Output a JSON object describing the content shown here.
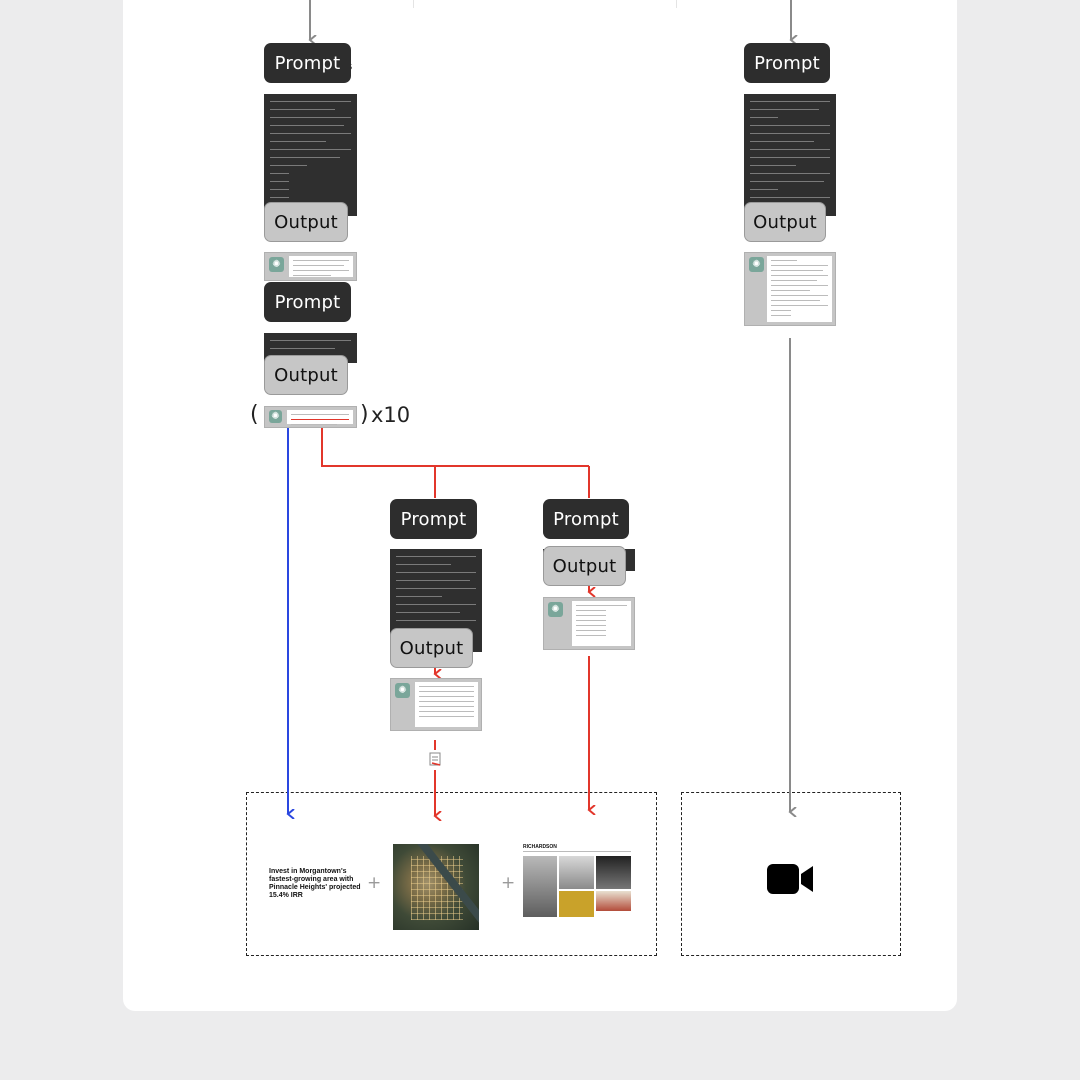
{
  "labels": {
    "prompt": "Prompt",
    "output": "Output",
    "paren_open": "(",
    "paren_close": ")",
    "repeat": "x10",
    "plus": "+"
  },
  "result_panel": {
    "headline": "Invest in Morgantown's fastest-growing area with Pinnacle Heights' projected 15.4% IRR",
    "webpage_brand": "RICHARDSON"
  },
  "icons": [
    "chatgpt-logo-icon",
    "video-camera-icon",
    "document-icon"
  ],
  "colors": {
    "prompt_bg": "#2d2d2d",
    "output_bg": "#c6c6c6",
    "arrow_gray": "#8a8a8a",
    "arrow_red": "#e2362b",
    "arrow_blue": "#2a47e0"
  }
}
